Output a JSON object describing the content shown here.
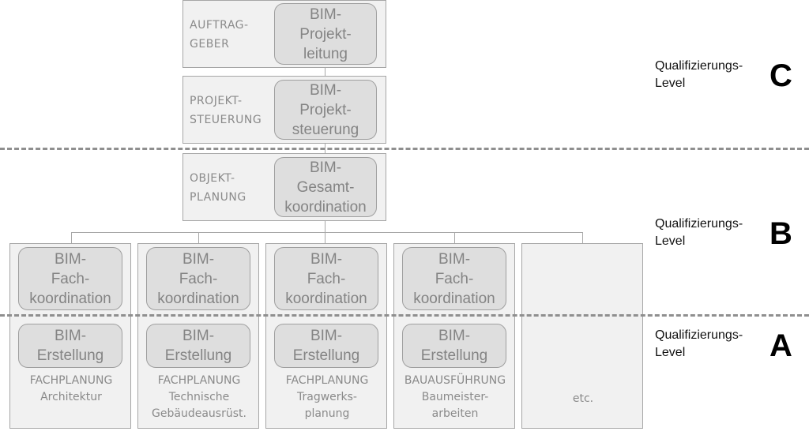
{
  "top": {
    "auftraggeber": {
      "role": "AUFTRAG-\nGEBER",
      "box": "BIM-\nProjekt-\nleitung"
    },
    "projektsteuerung": {
      "role": "PROJEKT-\nSTEUERUNG",
      "box": "BIM-\nProjekt-\nsteuerung"
    },
    "objektplanung": {
      "role": "OBJEKT-\nPLANUNG",
      "box": "BIM-\nGesamt-\nkoordination"
    }
  },
  "columns": [
    {
      "fach": "BIM-\nFach-\nkoordination",
      "erstellung": "BIM-\nErstellung",
      "label": "FACHPLANUNG\nArchitektur"
    },
    {
      "fach": "BIM-\nFach-\nkoordination",
      "erstellung": "BIM-\nErstellung",
      "label": "FACHPLANUNG\nTechnische\nGebäudeausrüst."
    },
    {
      "fach": "BIM-\nFach-\nkoordination",
      "erstellung": "BIM-\nErstellung",
      "label": "FACHPLANUNG\nTragwerks-\nplanung"
    },
    {
      "fach": "BIM-\nFach-\nkoordination",
      "erstellung": "BIM-\nErstellung",
      "label": "BAUAUSFÜHRUNG\nBaumeister-\narbeiten"
    },
    {
      "label": "etc."
    }
  ],
  "levels": [
    {
      "text": "Qualifizierungs-\nLevel",
      "letter": "C"
    },
    {
      "text": "Qualifizierungs-\nLevel",
      "letter": "B"
    },
    {
      "text": "Qualifizierungs-\nLevel",
      "letter": "A"
    }
  ]
}
